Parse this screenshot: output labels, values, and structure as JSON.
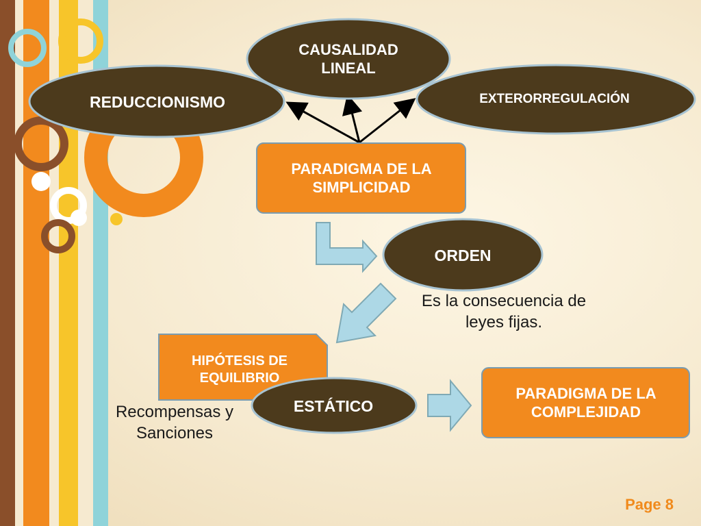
{
  "nodes": {
    "causalidad": "CAUSALIDAD\nLINEAL",
    "reduccionismo": "REDUCCIONISMO",
    "exterorregulacion": "EXTERORREGULACIÓN",
    "simplicidad": "PARADIGMA DE LA\nSIMPLICIDAD",
    "orden": "ORDEN",
    "hipotesis": "HIPÓTESIS DE\nEQUILIBRIO",
    "estatico": "ESTÁTICO",
    "complejidad": "PARADIGMA DE LA\nCOMPLEJIDAD"
  },
  "annotations": {
    "orden_desc": "Es la consecuencia de\nleyes fijas.",
    "estatico_desc": "Recompensas y\nSanciones"
  },
  "footer": {
    "page": "Page 8"
  },
  "colors": {
    "ellipse_fill": "#4c3a1c",
    "box_fill": "#f28a1e",
    "arrow_fill": "#add8e6",
    "page_label": "#f08a1c"
  },
  "edges": [
    {
      "from": "PARADIGMA DE LA SIMPLICIDAD",
      "to": "REDUCCIONISMO"
    },
    {
      "from": "PARADIGMA DE LA SIMPLICIDAD",
      "to": "CAUSALIDAD LINEAL"
    },
    {
      "from": "PARADIGMA DE LA SIMPLICIDAD",
      "to": "EXTERORREGULACIÓN"
    },
    {
      "from": "PARADIGMA DE LA SIMPLICIDAD",
      "to": "ORDEN"
    },
    {
      "from": "ORDEN",
      "to": "HIPÓTESIS DE EQUILIBRIO"
    },
    {
      "from": "ESTÁTICO",
      "to": "PARADIGMA DE LA COMPLEJIDAD"
    }
  ]
}
